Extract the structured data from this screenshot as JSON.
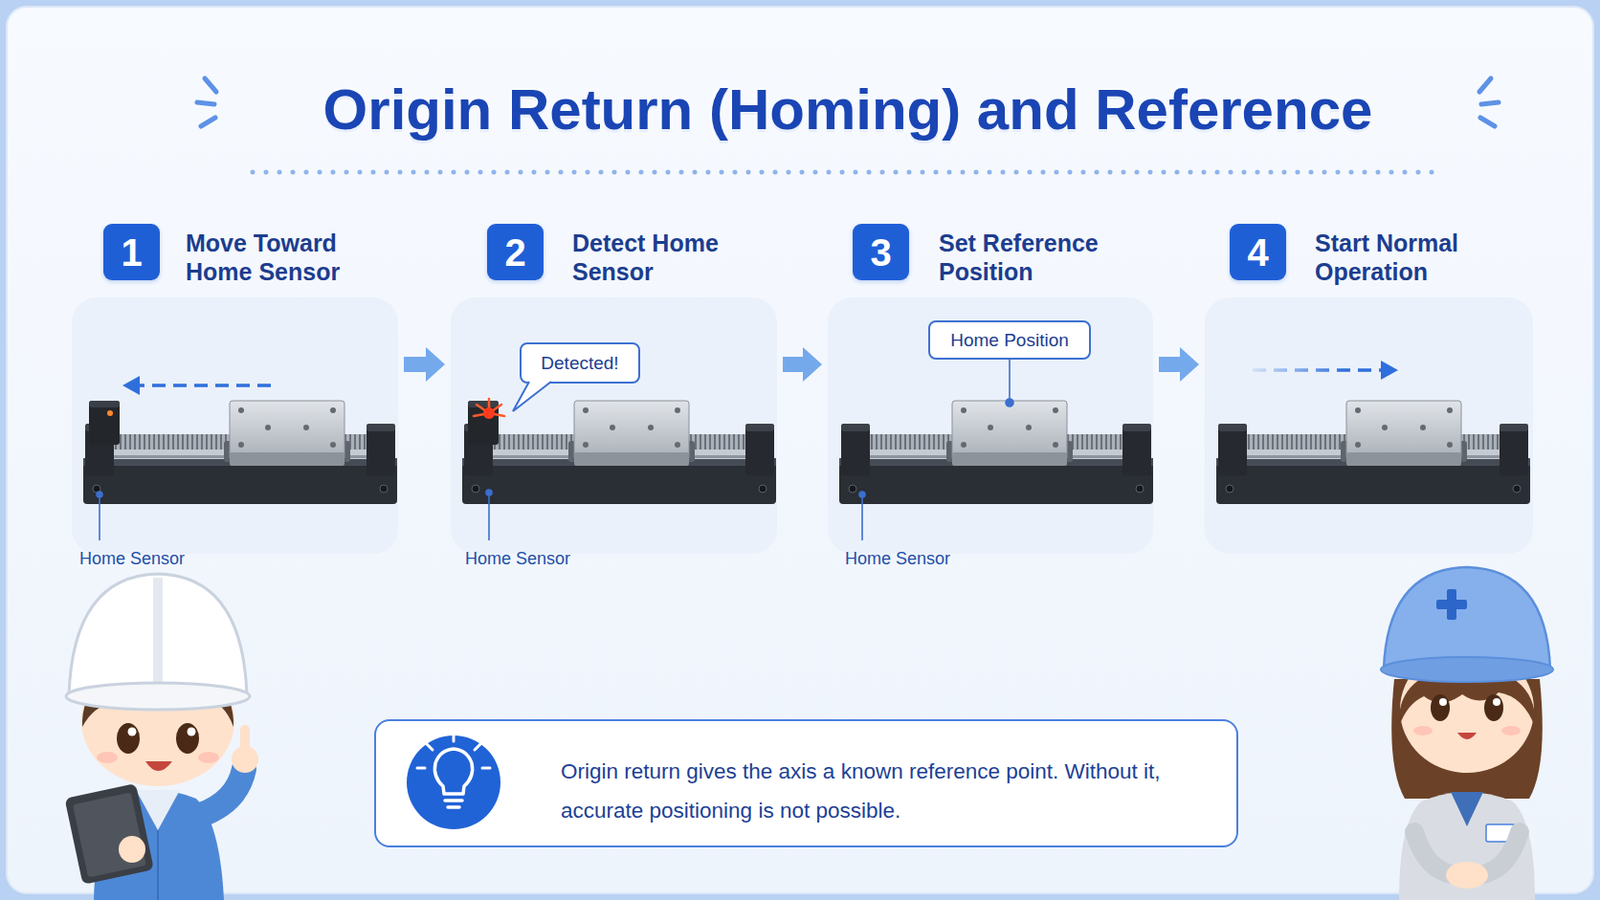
{
  "diagram": {
    "title": "Origin Return (Homing) and Reference",
    "nodes": [
      {
        "text": [
          "1"
        ]
      },
      {
        "text": [
          "Move Toward Home Sensor"
        ]
      },
      {
        "text": [
          "2"
        ]
      },
      {
        "text": [
          "Detect Home Sensor"
        ]
      },
      {
        "text": [
          "Detected!"
        ],
        "in": 3
      },
      {
        "text": [
          "3"
        ]
      },
      {
        "text": [
          "Set Reference Position"
        ]
      },
      {
        "text": [
          "Home Position"
        ],
        "in": 6
      },
      {
        "text": [
          "4"
        ]
      },
      {
        "text": [
          "Start Normal Operation"
        ]
      },
      {
        "text": [
          "Origin return gives the axis a known reference point. Without it, accurate positioning is not possible."
        ]
      }
    ],
    "edges": [
      {
        "from": 1,
        "to": 3,
        "arrow": "to"
      },
      {
        "from": 3,
        "to": 6,
        "arrow": "to"
      },
      {
        "from": 6,
        "to": 9,
        "arrow": "to"
      }
    ],
    "labels": [
      "Home Sensor",
      "Home Sensor",
      "Home Sensor"
    ]
  }
}
